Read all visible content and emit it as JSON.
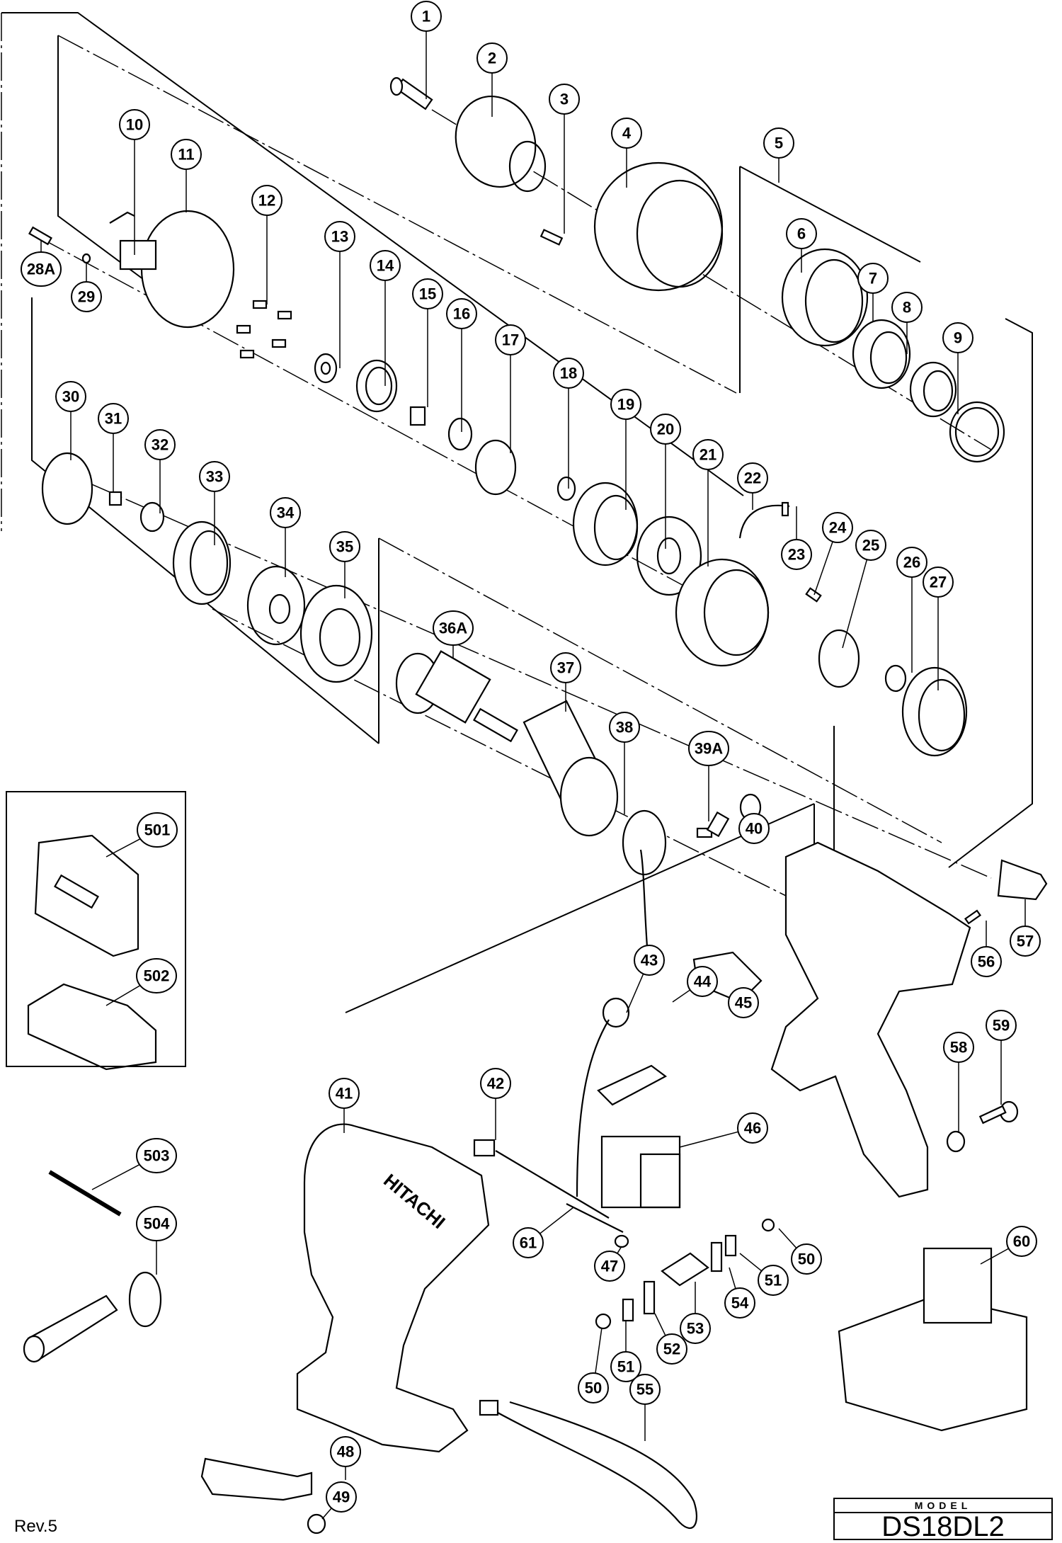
{
  "diagram": {
    "title_block": {
      "label": "MODEL",
      "model": "DS18DL2"
    },
    "revision": "Rev.5",
    "brand_marking": "HITACHI",
    "callouts": [
      {
        "id": "1"
      },
      {
        "id": "2"
      },
      {
        "id": "3"
      },
      {
        "id": "4"
      },
      {
        "id": "5"
      },
      {
        "id": "6"
      },
      {
        "id": "7"
      },
      {
        "id": "8"
      },
      {
        "id": "9"
      },
      {
        "id": "10"
      },
      {
        "id": "11"
      },
      {
        "id": "12"
      },
      {
        "id": "13"
      },
      {
        "id": "14"
      },
      {
        "id": "15"
      },
      {
        "id": "16"
      },
      {
        "id": "17"
      },
      {
        "id": "18"
      },
      {
        "id": "19"
      },
      {
        "id": "20"
      },
      {
        "id": "21"
      },
      {
        "id": "22"
      },
      {
        "id": "23"
      },
      {
        "id": "24"
      },
      {
        "id": "25"
      },
      {
        "id": "26"
      },
      {
        "id": "27"
      },
      {
        "id": "28A"
      },
      {
        "id": "29"
      },
      {
        "id": "30"
      },
      {
        "id": "31"
      },
      {
        "id": "32"
      },
      {
        "id": "33"
      },
      {
        "id": "34"
      },
      {
        "id": "35"
      },
      {
        "id": "36A"
      },
      {
        "id": "37"
      },
      {
        "id": "38"
      },
      {
        "id": "39A"
      },
      {
        "id": "40"
      },
      {
        "id": "41"
      },
      {
        "id": "42"
      },
      {
        "id": "43"
      },
      {
        "id": "44"
      },
      {
        "id": "45"
      },
      {
        "id": "46"
      },
      {
        "id": "47"
      },
      {
        "id": "48"
      },
      {
        "id": "49"
      },
      {
        "id": "50"
      },
      {
        "id": "50"
      },
      {
        "id": "51"
      },
      {
        "id": "51"
      },
      {
        "id": "52"
      },
      {
        "id": "53"
      },
      {
        "id": "54"
      },
      {
        "id": "55"
      },
      {
        "id": "56"
      },
      {
        "id": "57"
      },
      {
        "id": "58"
      },
      {
        "id": "59"
      },
      {
        "id": "60"
      },
      {
        "id": "61"
      },
      {
        "id": "501"
      },
      {
        "id": "502"
      },
      {
        "id": "503"
      },
      {
        "id": "504"
      }
    ]
  }
}
